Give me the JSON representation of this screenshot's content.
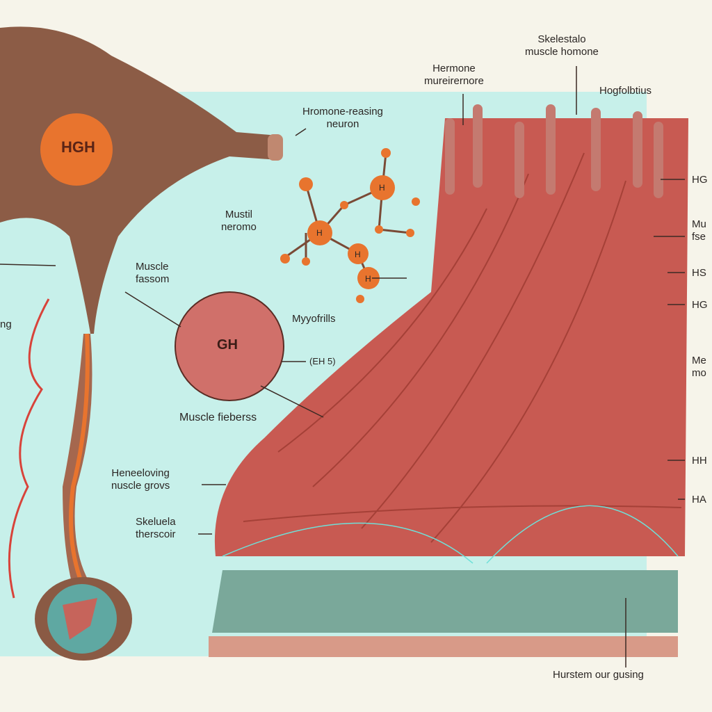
{
  "labels": {
    "top_center": [
      "Skelestalo",
      "muscle homone"
    ],
    "top_left": [
      "Hermone",
      "mureirernore"
    ],
    "top_right": "Hogfolbtius",
    "neuron": [
      "Hromone-reasing",
      "neuron"
    ],
    "molecule": [
      "Mustil",
      "neromo"
    ],
    "muscle_fassom": [
      "Muscle",
      "fassom"
    ],
    "myofibrils": "Myyofrills",
    "bracket": "(EH 5)",
    "muscle_fibers": "Muscle fieberss",
    "growth": [
      "Heneeloving",
      "nuscle grovs"
    ],
    "skeletal": [
      "Skeluela",
      "therscoir"
    ],
    "bottom": "Hurstem our gusing",
    "left_edge": "ng",
    "right": [
      "HG",
      "Mu",
      "fse",
      "HS",
      "HG",
      "Me",
      "mo",
      "HH",
      "HA"
    ]
  },
  "spheres": {
    "neuron_nucleus": "HGH",
    "cell": "GH"
  },
  "molecule_atoms": [
    "H",
    "H",
    "H",
    "H"
  ],
  "colors": {
    "background": "#f6f4ea",
    "panel": "#c7f0ea",
    "muscle": "#c85a52",
    "neuron": "#8a5a44",
    "hgh": "#e8742e"
  }
}
